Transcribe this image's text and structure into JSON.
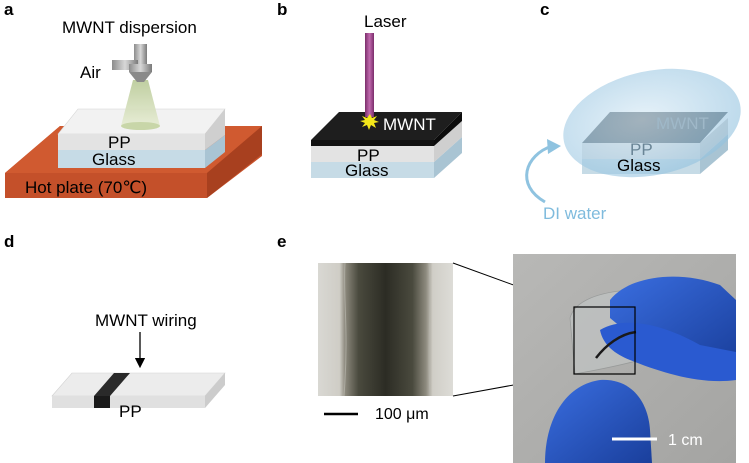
{
  "panels": [
    {
      "letter": "a",
      "texts": {
        "dispersion": "MWNT dispersion",
        "air": "Air",
        "pp": "PP",
        "glass": "Glass",
        "hotplate": "Hot plate (70℃)"
      }
    },
    {
      "letter": "b",
      "texts": {
        "laser": "Laser",
        "mwnt": "MWNT",
        "pp": "PP",
        "glass": "Glass"
      }
    },
    {
      "letter": "c",
      "texts": {
        "mwnt": "MWNT",
        "pp": "PP",
        "glass": "Glass",
        "water": "DI water"
      }
    },
    {
      "letter": "d",
      "texts": {
        "wiring": "MWNT wiring",
        "pp": "PP"
      }
    },
    {
      "letter": "e",
      "texts": {
        "scale_micro": "100 μm",
        "scale_photo": "1 cm"
      }
    }
  ],
  "colors": {
    "hot_plate": "#c8512a",
    "pp_layer": "#e6e6e6",
    "glass_layer": "#c6dbe6",
    "mwnt": "#1e1e1e",
    "laser": "#9a3d86",
    "water": "#9ecae1",
    "glove": "#2456c8",
    "spray": "#c8d6a8"
  }
}
